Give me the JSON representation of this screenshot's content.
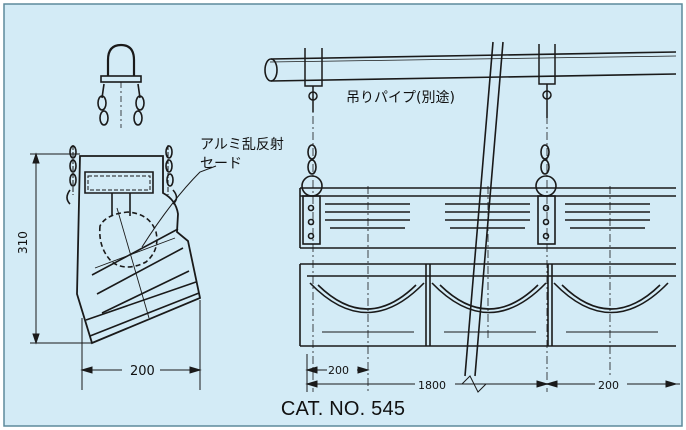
{
  "colors": {
    "background": "#d3ebf6",
    "frame": "#5d8a9b",
    "ink": "#1a1a1a"
  },
  "labels": {
    "hanging_pipe": "吊りパイプ(別途)",
    "shade_line1": "アルミ乱反射",
    "shade_line2": "セード"
  },
  "dimensions": {
    "height_left": "310",
    "width_left": "200",
    "pitch_left": "200",
    "span_center": "1800",
    "pitch_right": "200"
  },
  "caption": "CAT. NO. 545"
}
